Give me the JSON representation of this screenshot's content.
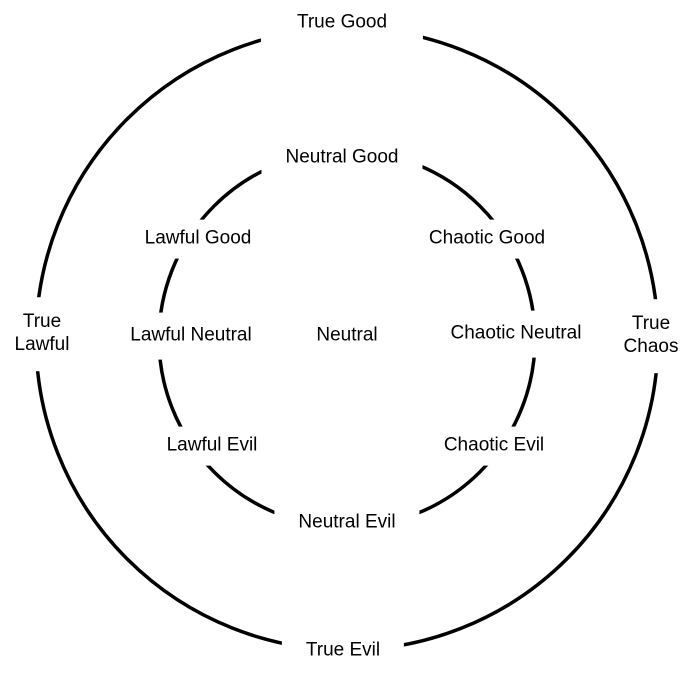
{
  "diagram": {
    "kind": "alignment-wheel",
    "center": {
      "label": "Neutral"
    },
    "inner_ring": {
      "top": "Neutral Good",
      "top_left": "Lawful Good",
      "top_right": "Chaotic Good",
      "left": "Lawful Neutral",
      "right": "Chaotic Neutral",
      "bottom_left": "Lawful Evil",
      "bottom_right": "Chaotic Evil",
      "bottom": "Neutral Evil"
    },
    "outer_ring": {
      "top": "True Good",
      "left": "True Lawful",
      "right": "True Chaos",
      "bottom": "True Evil"
    },
    "colors": {
      "stroke": "#000000",
      "background": "#ffffff",
      "text": "#000000"
    }
  }
}
